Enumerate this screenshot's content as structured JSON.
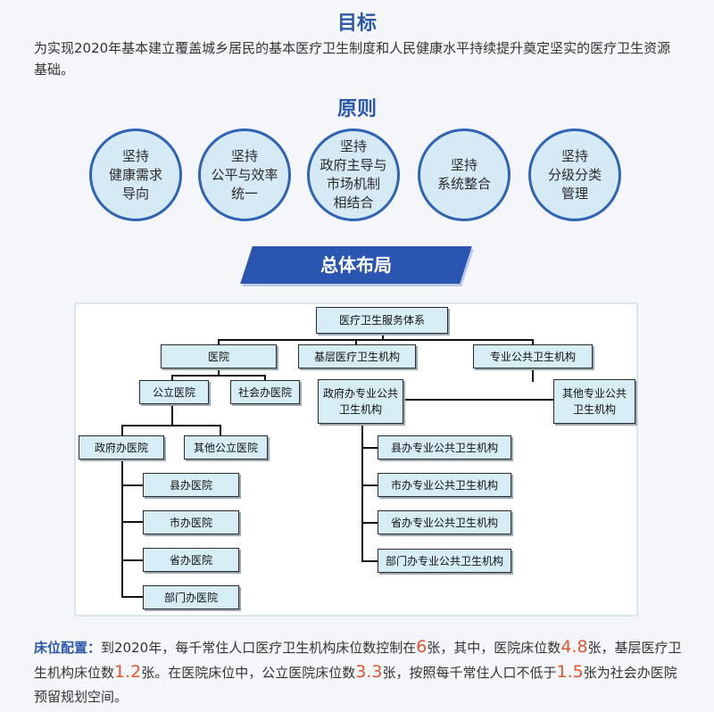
{
  "goal": {
    "title": "目标",
    "text": "为实现2020年基本建立覆盖城乡居民的基本医疗卫生制度和人民健康水平持续提升奠定坚实的医疗卫生资源基础。"
  },
  "principles": {
    "title": "原则",
    "items": [
      "坚持\n健康需求\n导向",
      "坚持\n公平与效率\n统一",
      "坚持\n政府主导与\n市场机制\n相结合",
      "坚持\n系统整合",
      "坚持\n分级分类\n管理"
    ]
  },
  "layout": {
    "title": "总体布局",
    "nodes": {
      "root": "医疗卫生服务体系",
      "hospital": "医院",
      "grassroots": "基层医疗卫生机构",
      "public_health": "专业公共卫生机构",
      "public_hospital": "公立医院",
      "social_hospital": "社会办医院",
      "gov_ph": "政府办专业公共\n卫生机构",
      "other_ph": "其他专业公共\n卫生机构",
      "gov_hospital": "政府办医院",
      "other_public_hospital": "其他公立医院",
      "county_hospital": "县办医院",
      "city_hospital": "市办医院",
      "province_hospital": "省办医院",
      "dept_hospital": "部门办医院",
      "county_ph": "县办专业公共卫生机构",
      "city_ph": "市办专业公共卫生机构",
      "province_ph": "省办专业公共卫生机构",
      "dept_ph": "部门办专业公共卫生机构"
    }
  },
  "beds": {
    "label": "床位配置：",
    "t1": "到2020年，每千常住人口医疗卫生机构床位数控制在",
    "n1": "6",
    "t2": "张，其中，医院床位数",
    "n2": "4.8",
    "t3": "张，基层医疗卫生机构床位数",
    "n3": "1.2",
    "t4": "张。在医院床位中，公立医院床位数",
    "n4": "3.3",
    "t5": "张，按照每千常住人口不低于",
    "n5": "1.5",
    "t6": "张为社会办医院预留规划空间。"
  },
  "colors": {
    "accent": "#2d5aa8",
    "number": "#e0562e",
    "node_fill": "#d7edf5",
    "circle_fill": "#d5eaf5"
  }
}
